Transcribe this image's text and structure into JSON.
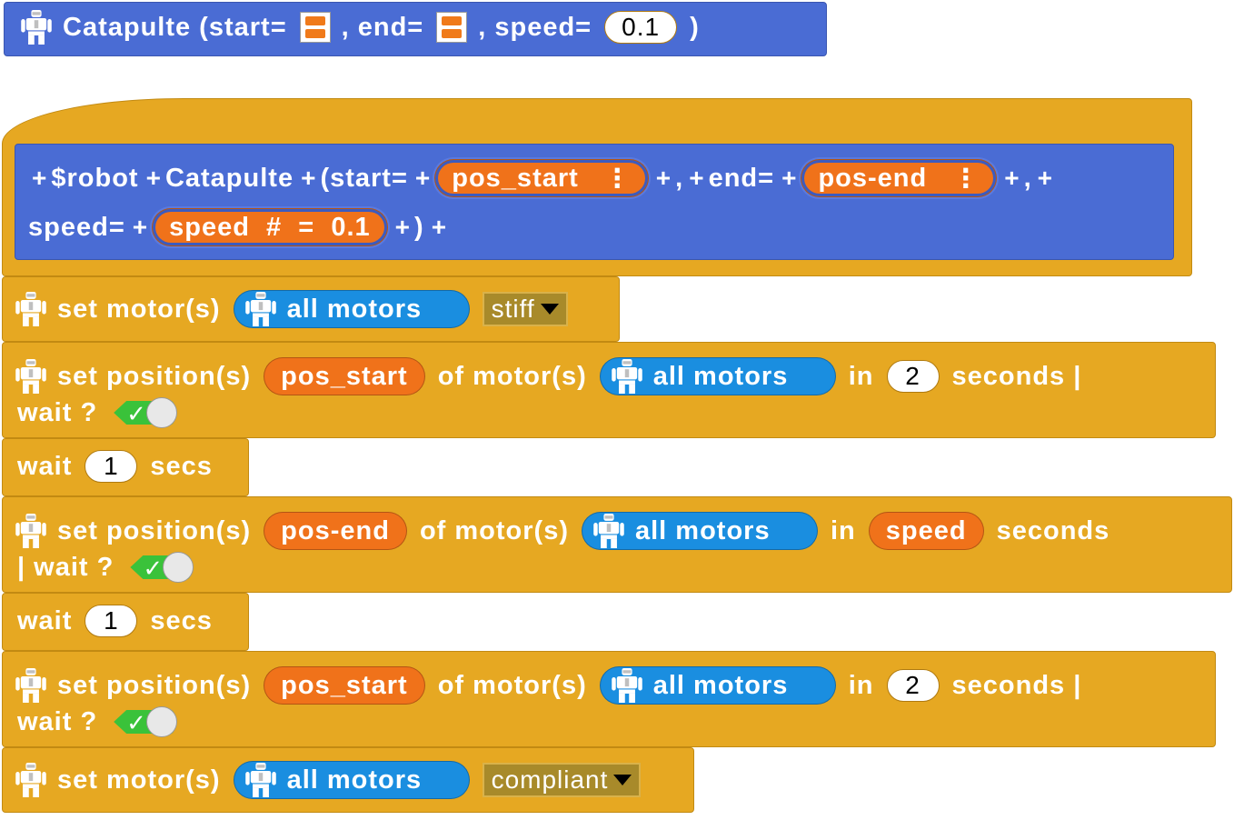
{
  "prototype": {
    "name": "Catapulte (start=",
    "end_label": ", end=",
    "speed_label": ", speed=",
    "speed_value": "0.1",
    "close": ")"
  },
  "definition": {
    "robot": "$robot",
    "name": "Catapulte",
    "start": "(start=",
    "pos_start": "pos_start",
    "comma1": ",",
    "end": "end=",
    "pos_end": "pos-end",
    "comma2": ",",
    "speed": "speed=",
    "speed_param": "speed  #  =  0.1",
    "close": ")",
    "menu_dots": "⋮"
  },
  "blocks": [
    {
      "id": "set-motor-1",
      "label": "set motor(s)",
      "motors": "all motors",
      "dropdown": "stiff"
    },
    {
      "id": "set-position-1",
      "label": "set position(s)",
      "param": "pos_start",
      "of": "of motor(s)",
      "motors": "all motors",
      "in": "in",
      "value": "2",
      "seconds": "seconds |",
      "wait": "wait ?"
    },
    {
      "id": "wait-1",
      "label": "wait",
      "value": "1",
      "unit": "secs"
    },
    {
      "id": "set-position-2",
      "label": "set position(s)",
      "param": "pos-end",
      "of": "of motor(s)",
      "motors": "all motors",
      "in": "in",
      "speed": "speed",
      "seconds": "seconds",
      "wait": "| wait ?"
    },
    {
      "id": "wait-2",
      "label": "wait",
      "value": "1",
      "unit": "secs"
    },
    {
      "id": "set-position-3",
      "label": "set position(s)",
      "param": "pos_start",
      "of": "of motor(s)",
      "motors": "all motors",
      "in": "in",
      "value": "2",
      "seconds": "seconds |",
      "wait": "wait ?"
    },
    {
      "id": "set-motor-2",
      "label": "set motor(s)",
      "motors": "all motors",
      "dropdown": "compliant"
    }
  ],
  "colors": {
    "control": "#e6a822",
    "custom": "#4a6cd4",
    "variable": "#f0721a",
    "motor": "#1a8ee0",
    "toggle_on": "#3ac23a"
  },
  "icons": {
    "robot": "robot-icon",
    "check": "check-icon",
    "dropdown": "dropdown-arrow-icon"
  }
}
